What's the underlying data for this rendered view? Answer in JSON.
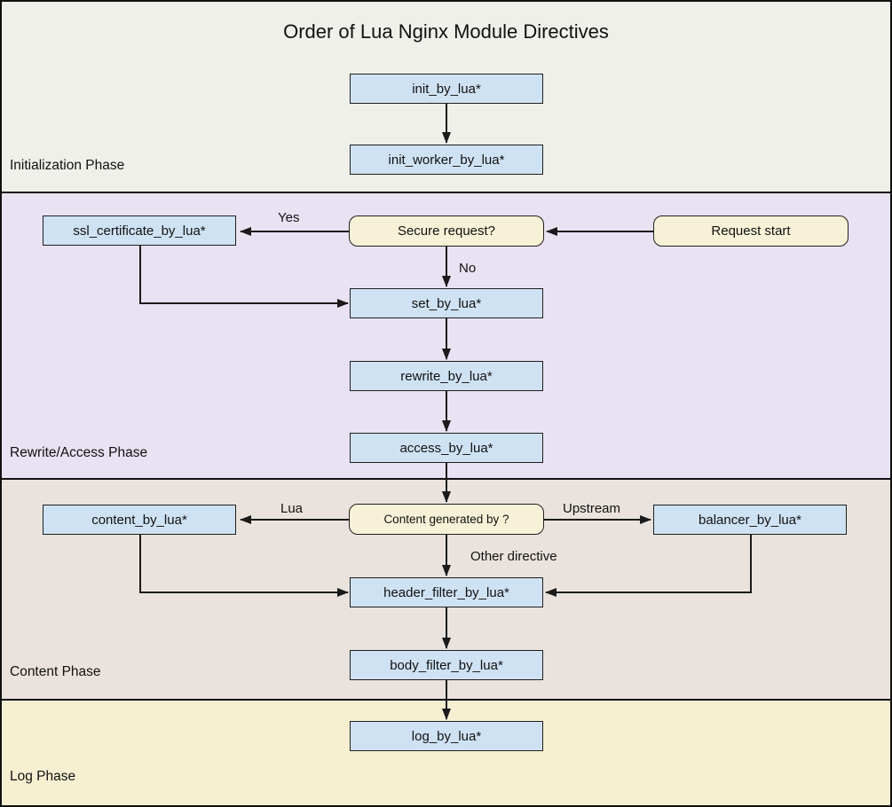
{
  "title": "Order of Lua Nginx Module Directives",
  "phases": {
    "initialization": {
      "label": "Initialization Phase",
      "bg": "#eef0e9"
    },
    "rewrite_access": {
      "label": "Rewrite/Access Phase",
      "bg": "#e9e2f2"
    },
    "content": {
      "label": "Content Phase",
      "bg": "#eae3dd"
    },
    "log": {
      "label": "Log Phase",
      "bg": "#f6efd2"
    }
  },
  "nodes": {
    "init_by_lua": {
      "label": "init_by_lua*",
      "type": "directive"
    },
    "init_worker_by_lua": {
      "label": "init_worker_by_lua*",
      "type": "directive"
    },
    "ssl_certificate_by_lua": {
      "label": "ssl_certificate_by_lua*",
      "type": "directive"
    },
    "secure_request": {
      "label": "Secure request?",
      "type": "decision"
    },
    "request_start": {
      "label": "Request start",
      "type": "start"
    },
    "set_by_lua": {
      "label": "set_by_lua*",
      "type": "directive"
    },
    "rewrite_by_lua": {
      "label": "rewrite_by_lua*",
      "type": "directive"
    },
    "access_by_lua": {
      "label": "access_by_lua*",
      "type": "directive"
    },
    "content_by_lua": {
      "label": "content_by_lua*",
      "type": "directive"
    },
    "content_generated_by": {
      "label": "Content generated by ?",
      "type": "decision"
    },
    "balancer_by_lua": {
      "label": "balancer_by_lua*",
      "type": "directive"
    },
    "header_filter_by_lua": {
      "label": "header_filter_by_lua*",
      "type": "directive"
    },
    "body_filter_by_lua": {
      "label": "body_filter_by_lua*",
      "type": "directive"
    },
    "log_by_lua": {
      "label": "log_by_lua*",
      "type": "directive"
    }
  },
  "edge_labels": {
    "yes": "Yes",
    "no": "No",
    "lua": "Lua",
    "upstream": "Upstream",
    "other_directive": "Other directive"
  },
  "colors": {
    "directive_fill": "#cfe2f3",
    "decision_fill": "#f6f1d7",
    "border": "#1f1f1f",
    "arrow": "#1a1a1a",
    "frame": "#111111"
  }
}
